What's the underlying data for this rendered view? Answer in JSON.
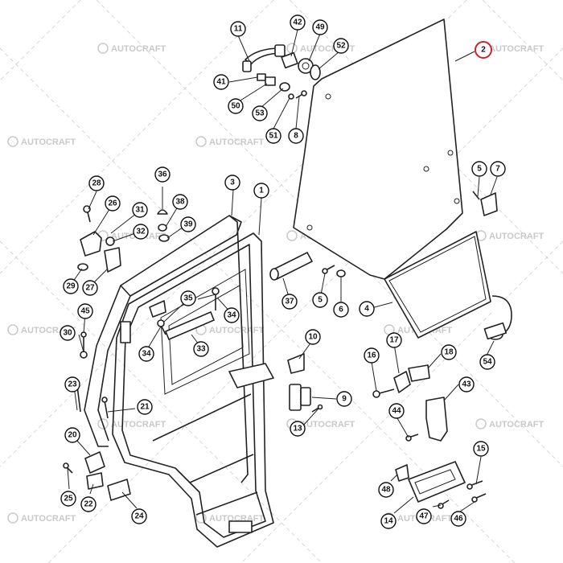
{
  "watermark": {
    "text": "AUTOCRAFT"
  },
  "highlight_color": "#d0202a",
  "callouts": [
    {
      "id": "c11",
      "label": "11"
    },
    {
      "id": "c42",
      "label": "42"
    },
    {
      "id": "c49",
      "label": "49"
    },
    {
      "id": "c52",
      "label": "52"
    },
    {
      "id": "c2",
      "label": "2",
      "highlighted": true
    },
    {
      "id": "c41",
      "label": "41"
    },
    {
      "id": "c50",
      "label": "50"
    },
    {
      "id": "c53",
      "label": "53"
    },
    {
      "id": "c51",
      "label": "51"
    },
    {
      "id": "c8",
      "label": "8"
    },
    {
      "id": "c5a",
      "label": "5"
    },
    {
      "id": "c7",
      "label": "7"
    },
    {
      "id": "c28",
      "label": "28"
    },
    {
      "id": "c36",
      "label": "36"
    },
    {
      "id": "c3",
      "label": "3"
    },
    {
      "id": "c1",
      "label": "1"
    },
    {
      "id": "c26",
      "label": "26"
    },
    {
      "id": "c31",
      "label": "31"
    },
    {
      "id": "c38",
      "label": "38"
    },
    {
      "id": "c39",
      "label": "39"
    },
    {
      "id": "c32",
      "label": "32"
    },
    {
      "id": "c29",
      "label": "29"
    },
    {
      "id": "c27",
      "label": "27"
    },
    {
      "id": "c37",
      "label": "37"
    },
    {
      "id": "c5b",
      "label": "5"
    },
    {
      "id": "c6",
      "label": "6"
    },
    {
      "id": "c4",
      "label": "4"
    },
    {
      "id": "c35",
      "label": "35"
    },
    {
      "id": "c45",
      "label": "45"
    },
    {
      "id": "c34a",
      "label": "34"
    },
    {
      "id": "c34b",
      "label": "34"
    },
    {
      "id": "c30",
      "label": "30"
    },
    {
      "id": "c33",
      "label": "33"
    },
    {
      "id": "c54",
      "label": "54"
    },
    {
      "id": "c10",
      "label": "10"
    },
    {
      "id": "c16",
      "label": "16"
    },
    {
      "id": "c17",
      "label": "17"
    },
    {
      "id": "c18",
      "label": "18"
    },
    {
      "id": "c23",
      "label": "23"
    },
    {
      "id": "c9",
      "label": "9"
    },
    {
      "id": "c43",
      "label": "43"
    },
    {
      "id": "c21",
      "label": "21"
    },
    {
      "id": "c44",
      "label": "44"
    },
    {
      "id": "c13",
      "label": "13"
    },
    {
      "id": "c20",
      "label": "20"
    },
    {
      "id": "c15",
      "label": "15"
    },
    {
      "id": "c25",
      "label": "25"
    },
    {
      "id": "c22",
      "label": "22"
    },
    {
      "id": "c24",
      "label": "24"
    },
    {
      "id": "c48",
      "label": "48"
    },
    {
      "id": "c14",
      "label": "14"
    },
    {
      "id": "c47",
      "label": "47"
    },
    {
      "id": "c46",
      "label": "46"
    }
  ]
}
